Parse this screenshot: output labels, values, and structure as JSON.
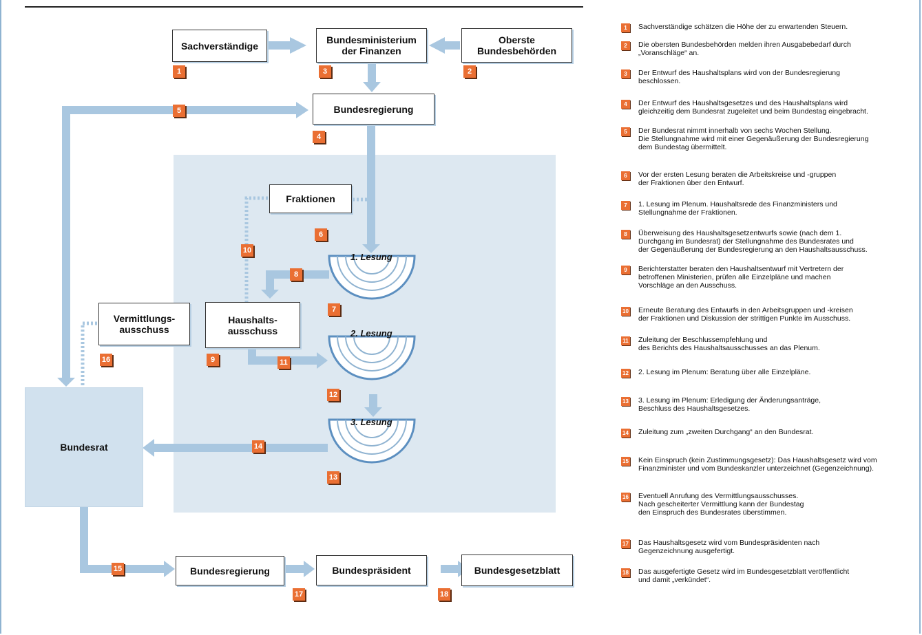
{
  "nodes": {
    "sachverstaendige": "Sachverständige",
    "bmf": "Bundesministerium\nder Finanzen",
    "oberste": "Oberste\nBundesbehörden",
    "bundesregierung_top": "Bundesregierung",
    "fraktionen": "Fraktionen",
    "vermittlung": "Vermittlungs-\nausschuss",
    "haushalt": "Haushalts-\nausschuss",
    "bundesrat": "Bundesrat",
    "bundesregierung_bottom": "Bundesregierung",
    "praesident": "Bundespräsident",
    "gesetzblatt": "Bundesgesetzblatt"
  },
  "lesungen": [
    "1. Lesung",
    "2. Lesung",
    "3. Lesung"
  ],
  "badges": [
    "1",
    "2",
    "3",
    "4",
    "5",
    "6",
    "7",
    "8",
    "9",
    "10",
    "11",
    "12",
    "13",
    "14",
    "15",
    "16",
    "17",
    "18"
  ],
  "legend": [
    {
      "num": "1",
      "text": "Sachverständige schätzen die Höhe der zu erwartenden Steuern."
    },
    {
      "num": "2",
      "text": "Die obersten Bundesbehörden melden ihren Ausgabebedarf durch\n„Voranschläge“ an."
    },
    {
      "num": "3",
      "text": "Der Entwurf des Haushaltsplans wird von der Bundesregierung\nbeschlossen."
    },
    {
      "num": "4",
      "text": "Der Entwurf des Haushaltsgesetzes und des Haushaltsplans wird\ngleichzeitig dem Bundesrat zugeleitet und beim Bundestag eingebracht."
    },
    {
      "num": "5",
      "text": "Der Bundesrat nimmt innerhalb von sechs Wochen Stellung.\nDie Stellungnahme wird mit einer Gegenäußerung der Bundesregierung\ndem Bundestag übermittelt."
    },
    {
      "num": "6",
      "text": "Vor der ersten Lesung beraten die Arbeitskreise und -gruppen\nder Fraktionen über den Entwurf."
    },
    {
      "num": "7",
      "text": "1. Lesung im Plenum. Haushaltsrede des Finanzministers und\nStellungnahme der Fraktionen."
    },
    {
      "num": "8",
      "text": "Überweisung des Haushaltsgesetzentwurfs sowie (nach dem 1.\nDurchgang im Bundesrat) der Stellungnahme des Bundesrates und\nder Gegenäußerung der Bundesregierung an den Haushaltsausschuss."
    },
    {
      "num": "9",
      "text": "Berichterstatter beraten den Haushaltsentwurf mit Vertretern der\nbetroffenen Ministerien, prüfen alle Einzelpläne und machen\nVorschläge an den Ausschuss."
    },
    {
      "num": "10",
      "text": "Erneute Beratung des Entwurfs in den Arbeitsgruppen und -kreisen\nder Fraktionen und Diskussion der strittigen Punkte im Ausschuss."
    },
    {
      "num": "11",
      "text": "Zuleitung der Beschlussempfehlung und\ndes Berichts des Haushaltsausschusses an das Plenum."
    },
    {
      "num": "12",
      "text": "2. Lesung im Plenum: Beratung über alle Einzelpläne."
    },
    {
      "num": "13",
      "text": "3. Lesung im Plenum: Erledigung der Änderungsanträge,\nBeschluss des Haushaltsgesetzes."
    },
    {
      "num": "14",
      "text": "Zuleitung zum „zweiten Durchgang“ an den Bundesrat."
    },
    {
      "num": "15",
      "text": "Kein Einspruch (kein Zustimmungsgesetz): Das Haushaltsgesetz wird vom\nFinanzminister und vom Bundeskanzler unterzeichnet (Gegenzeichnung)."
    },
    {
      "num": "16",
      "text": "Eventuell Anrufung des Vermittlungsausschusses.\nNach gescheiterter Vermittlung kann der Bundestag\nden Einspruch des Bundesrates überstimmen."
    },
    {
      "num": "17",
      "text": "Das Haushaltsgesetz wird vom Bundespräsidenten nach\nGegenzeichnung ausgefertigt."
    },
    {
      "num": "18",
      "text": "Das ausgefertigte Gesetz wird im Bundesgesetzblatt veröffentlicht\nund damit „verkündet“."
    }
  ],
  "colors": {
    "arrow": "#a9c7e0",
    "badge": "#ea6f33",
    "panel": "#dde8f1",
    "plenum": "#5c8fc0"
  }
}
